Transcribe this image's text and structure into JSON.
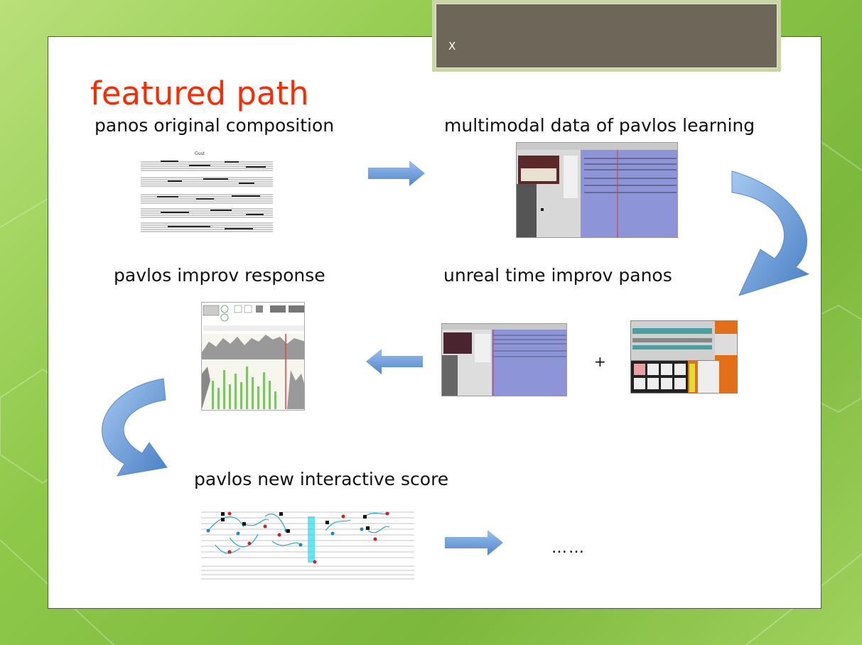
{
  "slide": {
    "title": "featured path",
    "tab_label": "X",
    "steps": {
      "composition": "panos original composition",
      "multimodal": "multimodal data of pavlos learning",
      "improv_response": "pavlos improv response",
      "unreal_time": "unreal time improv panos",
      "interactive_score": "pavlos new interactive score"
    },
    "plus": "+",
    "ellipsis": "……"
  },
  "colors": {
    "title": "#ff2a00",
    "arrow": "#6fa0dc",
    "background": "#8fc94a",
    "tab": "#6e6659"
  },
  "icons": [
    "right-arrow-icon",
    "left-arrow-icon",
    "curved-arrow-icon"
  ]
}
